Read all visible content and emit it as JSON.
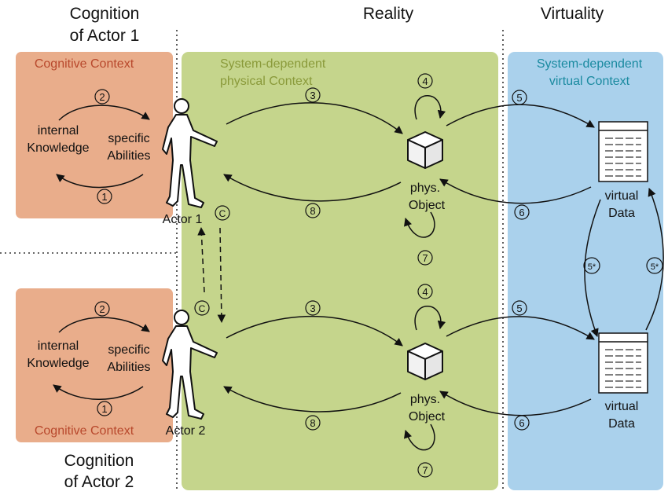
{
  "headers": {
    "actor1_line1": "Cognition",
    "actor1_line2": "of Actor 1",
    "actor2_line1": "Cognition",
    "actor2_line2": "of Actor 2",
    "reality": "Reality",
    "virtuality": "Virtuality"
  },
  "contexts": {
    "cognitive": "Cognitive Context",
    "physical_line1": "System-dependent",
    "physical_line2": "physical Context",
    "virtual_line1": "System-dependent",
    "virtual_line2": "virtual Context"
  },
  "labels": {
    "internal_line1": "internal",
    "internal_line2": "Knowledge",
    "specific_line1": "specific",
    "specific_line2": "Abilities",
    "actor1": "Actor 1",
    "actor2": "Actor 2",
    "phys_line1": "phys.",
    "phys_line2": "Object",
    "virtual_line1": "virtual",
    "virtual_line2": "Data"
  },
  "markers": {
    "m1": "1",
    "m2": "2",
    "m3": "3",
    "m4": "4",
    "m5": "5",
    "m5s": "5*",
    "m6": "6",
    "m7": "7",
    "m8": "8",
    "mc": "C"
  },
  "colors": {
    "cognitive_fill": "#e9ad8b",
    "cognitive_text": "#b8482c",
    "physical_fill": "#c5d58c",
    "physical_text": "#8a9a3a",
    "virtual_fill": "#aad1ec",
    "virtual_text": "#1a8aa0"
  }
}
